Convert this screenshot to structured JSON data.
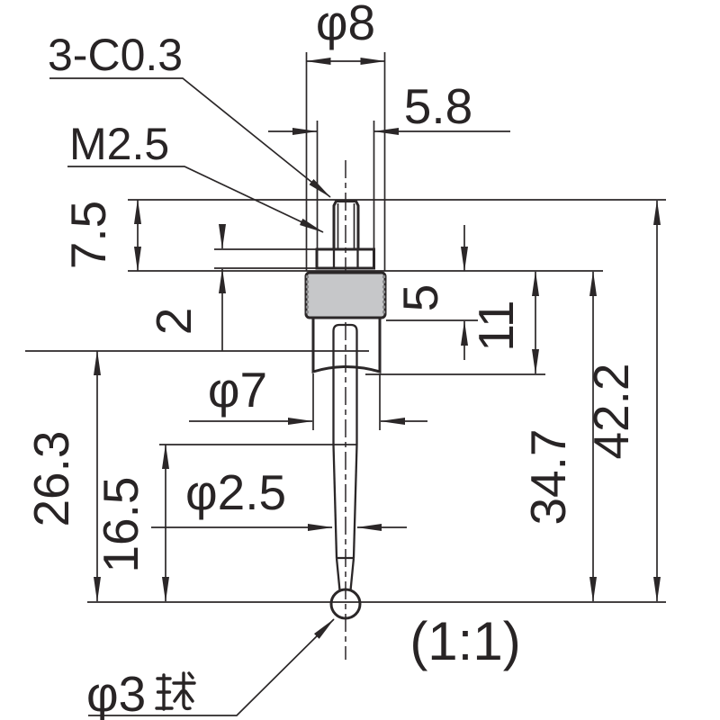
{
  "drawing": {
    "scale_note": "(1:1)",
    "labels": {
      "chamfer": "3-C0.3",
      "thread": "M2.5",
      "ball_note": "φ3 球",
      "ball_note_prefix": "φ3",
      "ball_note_kanji": "球"
    },
    "dimensions": {
      "top_diameter": "φ8",
      "hex_width": "5.8",
      "upper_length": "7.5",
      "nut_height": "2",
      "knurl_height": "5",
      "holder_length": "11",
      "holder_diameter": "φ7",
      "stem_diameter": "φ2.5",
      "stem_length": "26.3",
      "taper_length": "16.5",
      "body_length": "34.7",
      "total_length": "42.2"
    },
    "colors": {
      "line": "#2b2728",
      "text": "#282425",
      "knurl_fill": "#c6c7c9",
      "background": "#ffffff"
    }
  }
}
